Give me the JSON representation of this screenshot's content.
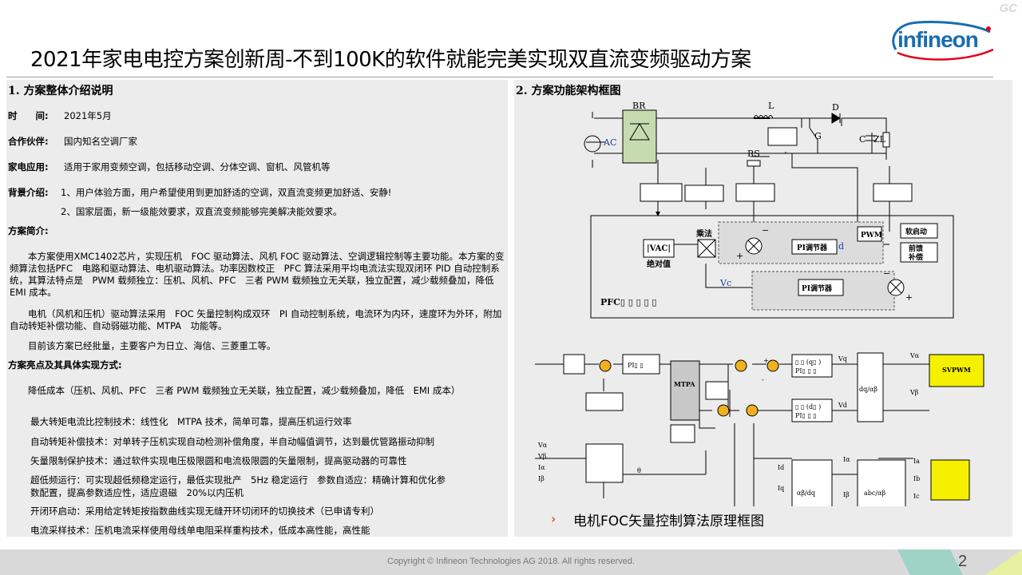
{
  "corner_mark": "GC",
  "brand": {
    "name": "infineon",
    "color": "#1a6db0",
    "accent": "#e2001a"
  },
  "page_title": "2021年家电电控方案创新周-不到100K的软件就能完美实现双直流变频驱动方案",
  "left": {
    "section_title": "1. 方案整体介绍说明",
    "time_label": "时　　间:",
    "time_value": "2021年5月",
    "partner_label": "合作伙伴:",
    "partner_value": "国内知名空调厂家",
    "app_label": "家电应用:",
    "app_value": "适用于家用变频空调，包括移动空调、分体空调、窗机、风管机等",
    "bg_label": "背景介绍:",
    "bg_1": "1、用户体验方面，用户希望使用到更加舒适的空调，双直流变频更加舒适、安静!",
    "bg_2": "2、国家层面，新一级能效要求，双直流变频能够完美解决能效要求。",
    "summary_label": "方案简介:",
    "summary_p1": "　　本方案使用XMC1402芯片，实现压机　FOC 驱动算法、风机 FOC 驱动算法、空调逻辑控制等主要功能。本方案的变频算法包括PFC　电路和驱动算法、电机驱动算法。功率因数校正　PFC 算法采用平均电流法实现双闭环 PID 自动控制系统，其算法特点是　PWM 载频独立：压机、风机、PFC　三者 PWM 载频独立无关联，独立配置，减少载频叠加，降低　EMI 成本。",
    "summary_p2": "　　电机（风机和压机）驱动算法采用　FOC 矢量控制构成双环　PI 自动控制系统，电流环为内环，速度环为外环，附加自动转矩补偿功能、自动弱磁功能、MTPA　功能等。",
    "summary_p3": "　　目前该方案已经批量，主要客户为日立、海信、三菱重工等。",
    "highlight_label": "方案亮点及其具体实现方式:",
    "h1": "　　降低成本（压机、风机、PFC　三者 PWM 载频独立无关联，独立配置，减少载频叠加，降低　EMI 成本）",
    "h2": "最大转矩电流比控制技术：线性化　MTPA 技术，简单可靠，提高压机运行效率",
    "h3": "自动转矩补偿技术：对单转子压机实现自动检测补偿角度，半自动幅值调节，达到最优管路振动抑制",
    "h4": "矢量限制保护技术：通过软件实现电压极限圆和电流极限圆的矢量限制，提高驱动器的可靠性",
    "h5a": "超低频运行：可实现超低频稳定运行，最低实现批产　5Hz 稳定运行　参数自适应：精确计算和优化参",
    "h5b": "数配置，提高参数适应性，适应退磁　20%以内压机",
    "h6": "开闭环启动：采用给定转矩按指数曲线实现无缝开环切闭环的切换技术（已申请专利）",
    "h7": "电流采样技术：压机电流采样使用母线单电阻采样重构技术，低成本高性能，高性能"
  },
  "right": {
    "section_title": "2. 方案功能架构框图",
    "pfc": {
      "BR": "BR",
      "L": "L",
      "D": "D",
      "AC": "AC",
      "G": "G",
      "RS": "RS",
      "C": "C",
      "ZL": "ZL",
      "vac": "|VAC|",
      "abs": "绝对值",
      "mult": "乘法",
      "pi1": "PI调节器",
      "pi2": "PI调节器",
      "pwm": "PWM",
      "soft": "软启动",
      "ff1": "前馈",
      "ff2": "补偿",
      "d": "d",
      "vc": "Vc",
      "minus1": "−",
      "minus2": "−",
      "plus1": "+",
      "plus2": "+",
      "label": "PFC▯ ▯ ▯ ▯ ▯"
    },
    "foc": {
      "pi_speed": "PI▯ ▯",
      "mtpa": "MTPA",
      "piq": "▯ ▯ (q▯ )",
      "piq2": "PI▯ ▯ ▯",
      "pid": "▯ ▯ (d▯ )",
      "pid2": "PI▯ ▯ ▯",
      "dqab": "dq/αβ",
      "svpwm": "SVPWM",
      "abdq": "αβ/dq",
      "abcab": "abc/αβ",
      "Vq": "Vq",
      "Vd": "Vd",
      "Va": "Vα",
      "Vb": "Vβ",
      "Id": "Id",
      "Iq": "Iq",
      "Ia": "Iα",
      "Ib": "Iβ",
      "Iaa": "Ia",
      "Ibb": "Ib",
      "Icc": "Ic",
      "in_Va": "Vα",
      "in_Vb": "Vβ",
      "in_Ia": "Iα",
      "in_Ib": "Iβ",
      "theta": "θ",
      "plus": "+",
      "minus": "-"
    },
    "caption_bullet": "›",
    "caption": "电机FOC矢量控制算法原理框图"
  },
  "footer": {
    "copyright": "Copyright © Infineon Technologies AG 2018. All rights reserved.",
    "page": "2"
  }
}
